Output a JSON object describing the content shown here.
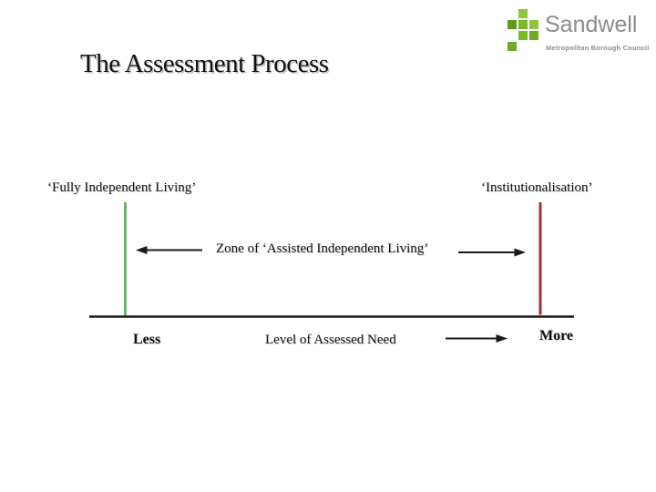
{
  "slide": {
    "title": "The Assessment Process",
    "background": "#ffffff"
  },
  "logo": {
    "name": "Sandwell",
    "subtitle": "Metropolitan Borough Council",
    "text_color": "#8a8c8e",
    "mosaic": [
      [
        null,
        "#8cc63f",
        null
      ],
      [
        "#5c9b21",
        "#79b829",
        "#8cc63f"
      ],
      [
        null,
        "#79b829",
        "#6cad26"
      ],
      [
        "#6cad26",
        null,
        null
      ]
    ]
  },
  "diagram": {
    "left_label": "‘Fully Independent Living’",
    "right_label": "‘Institutionalisation’",
    "zone_label": "Zone of ‘Assisted Independent Living’",
    "less_label": "Less",
    "axis_label": "Level of Assessed Need",
    "more_label": "More",
    "colors": {
      "left_marker": "#4caa50",
      "right_marker": "#953735",
      "axis": "#1a1a1a"
    }
  }
}
